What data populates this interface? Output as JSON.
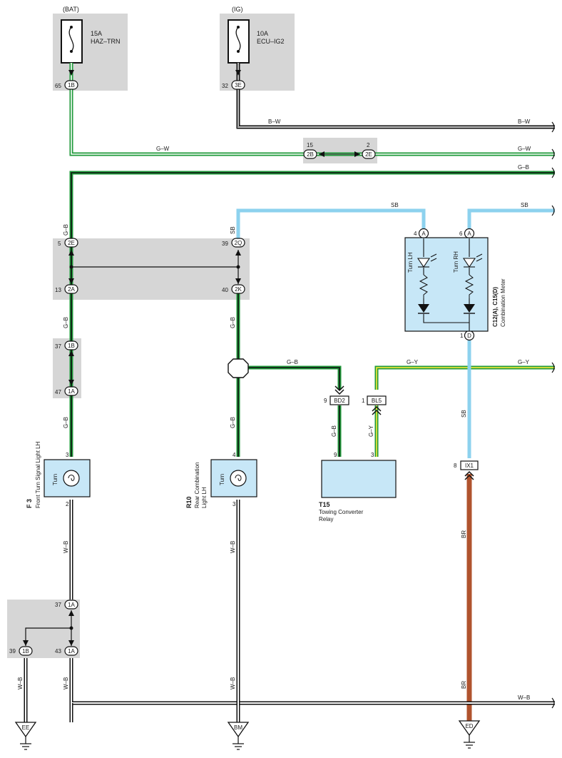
{
  "supplies": {
    "bat": "(BAT)",
    "ig": "(IG)"
  },
  "fuses": {
    "haz": {
      "rating": "15A",
      "name": "HAZ–TRN"
    },
    "ecu": {
      "rating": "10A",
      "name": "ECU–IG2"
    }
  },
  "wire_colors": {
    "bw": "B–W",
    "gw": "G–W",
    "gb": "G–B",
    "sb": "SB",
    "gy": "G–Y",
    "wb": "W–B",
    "br": "BR"
  },
  "pins": {
    "p65": "65",
    "p32": "32",
    "p15": "15",
    "p2": "2",
    "p5": "5",
    "p39": "39",
    "p13": "13",
    "p40": "40",
    "p37": "37",
    "p47": "47",
    "p3": "3",
    "p2b": "2",
    "p4": "4",
    "p6": "6",
    "p1": "1",
    "p9": "9",
    "p1b": "1",
    "p8": "8",
    "p43": "43",
    "p37b": "37",
    "p39b": "39",
    "r10p4": "4",
    "r10p3": "3",
    "t15p9": "9",
    "t15p3": "3"
  },
  "connectors": {
    "c1B": "1B",
    "c3E": "3E",
    "c2B": "2B",
    "c2E": "2E",
    "c2Q": "2Q",
    "c2A": "2A",
    "c2K": "2K",
    "c1A": "1A",
    "cA": "A",
    "cD": "D",
    "cBD2": "BD2",
    "cBL5": "BL5",
    "cIX1": "IX1"
  },
  "components": {
    "f3": {
      "code": "F 3",
      "name": "Front Turn Signal Light LH",
      "inner": "Turn"
    },
    "r10": {
      "code": "R10",
      "name1": "Rear Combination",
      "name2": "Light LH",
      "inner": "Turn"
    },
    "t15": {
      "code": "T15",
      "name1": "Towing Converter",
      "name2": "Relay"
    },
    "meter": {
      "code": "C12(A), C15(D)",
      "name": "Combination Meter",
      "lh": "Turn LH",
      "rh": "Turn RH"
    }
  },
  "grounds": {
    "ee": "EE",
    "bm": "BM",
    "ed": "ED"
  },
  "colors": {
    "green": "#1f9a3a",
    "black": "#111111",
    "sky": "#8dd2ee",
    "brown": "#b0532e",
    "yellow": "#e6e23a",
    "junction_gray": "#d6d6d6",
    "component_blue": "#c7e7f7"
  }
}
